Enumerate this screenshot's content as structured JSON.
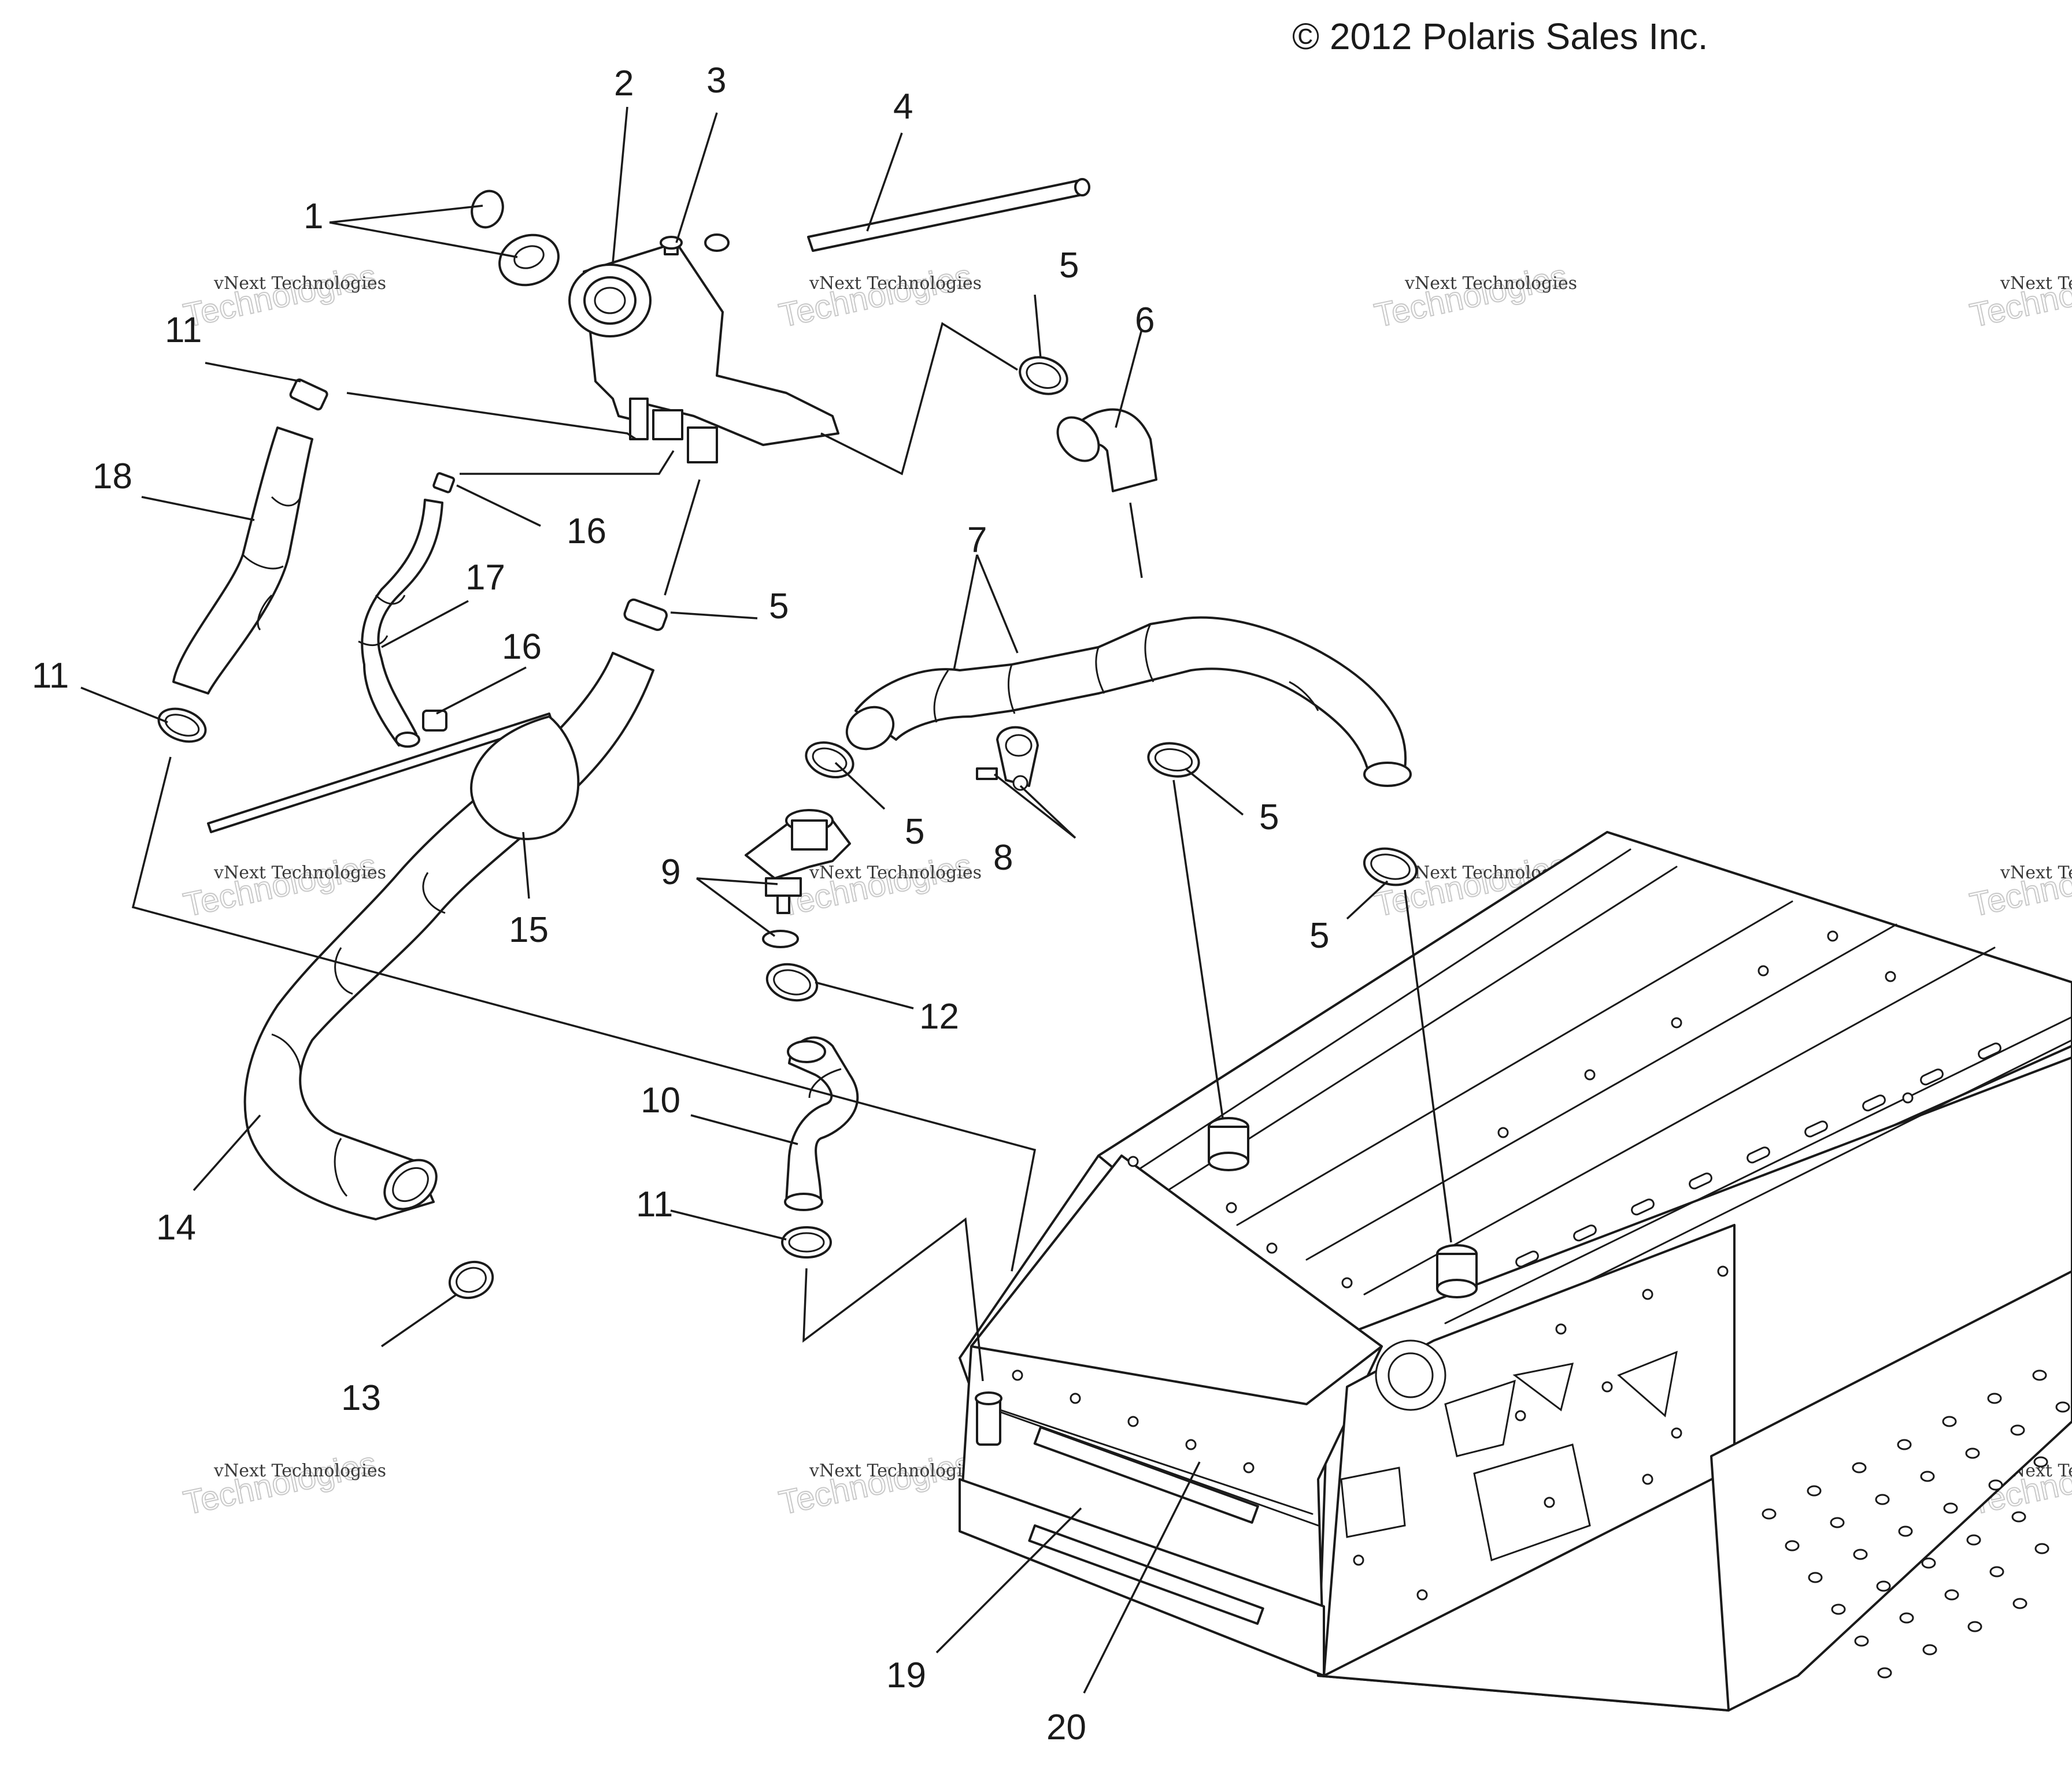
{
  "copyright": "© 2012 Polaris Sales Inc.",
  "watermark": {
    "line1": "vNext Technologies",
    "line2": "Technologies"
  },
  "callouts": [
    "1",
    "2",
    "3",
    "4",
    "5",
    "6",
    "7",
    "8",
    "9",
    "10",
    "11",
    "12",
    "13",
    "14",
    "15",
    "16",
    "17",
    "18",
    "19",
    "20"
  ]
}
